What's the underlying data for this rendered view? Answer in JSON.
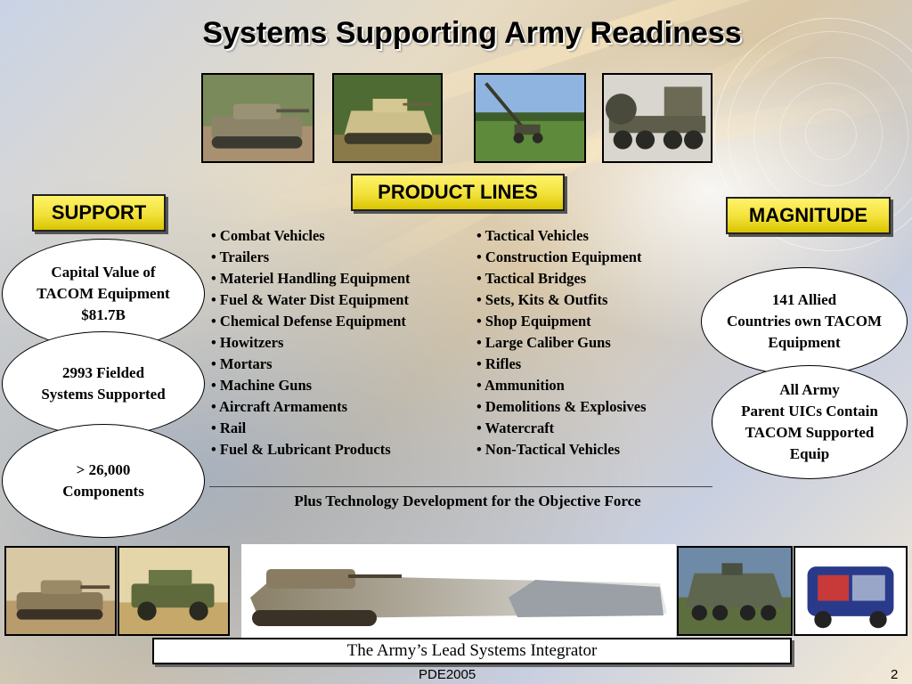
{
  "slide": {
    "title": "Systems Supporting Army Readiness",
    "product_lines_label": "PRODUCT LINES",
    "support_label": "SUPPORT",
    "magnitude_label": "MAGNITUDE",
    "support_items": [
      "Capital Value of\nTACOM Equipment\n$81.7B",
      "2993 Fielded\nSystems Supported",
      "> 26,000\nComponents"
    ],
    "magnitude_items": [
      "141 Allied\nCountries own TACOM\nEquipment",
      "All Army\nParent UICs Contain\nTACOM Supported\nEquip"
    ],
    "product_lines_left": [
      "Combat Vehicles",
      "Trailers",
      "Materiel Handling Equipment",
      "Fuel & Water Dist Equipment",
      "Chemical Defense Equipment",
      "Howitzers",
      "Mortars",
      "Machine Guns",
      "Aircraft Armaments",
      "Rail",
      "Fuel & Lubricant Products"
    ],
    "product_lines_right": [
      "Tactical Vehicles",
      "Construction Equipment",
      "Tactical Bridges",
      "Sets, Kits & Outfits",
      "Shop Equipment",
      "Large Caliber Guns",
      "Rifles",
      "Ammunition",
      "Demolitions & Explosives",
      "Watercraft",
      "Non-Tactical Vehicles"
    ],
    "technology_note": "Plus Technology Development  for the Objective Force",
    "banner_text": "The Army’s Lead Systems Integrator",
    "footer_left": "PDE2005",
    "page_number": "2"
  },
  "colors": {
    "label_yellow": "#f2e13a",
    "title_text": "#000000"
  },
  "images": {
    "top": [
      "tank-photo",
      "bradley-vehicle-photo",
      "howitzer-photo",
      "heavy-truck-photo"
    ],
    "bottom": [
      "tank-desert-photo",
      "humvee-photo",
      "tank-future-concept-graphic",
      "stryker-vehicle-photo",
      "cutaway-vehicle-graphic"
    ]
  }
}
